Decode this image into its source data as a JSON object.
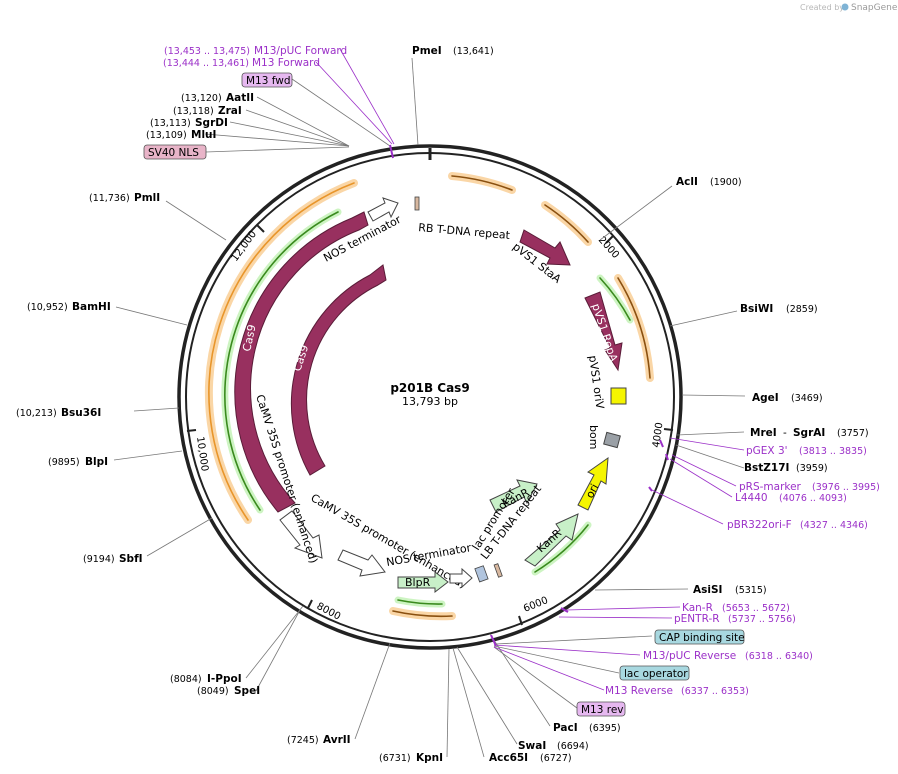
{
  "plasmid": {
    "name": "p201B Cas9",
    "size_label": "13,793 bp"
  },
  "credit": {
    "prefix": "Created by",
    "brand": "SnapGene"
  },
  "ticks": [
    {
      "label": "2000"
    },
    {
      "label": "4000"
    },
    {
      "label": "6000"
    },
    {
      "label": "8000"
    },
    {
      "label": "10,000"
    },
    {
      "label": "12,000"
    }
  ],
  "enzymes": [
    {
      "name": "PmeI",
      "pos": "(13,641)"
    },
    {
      "name": "AclI",
      "pos": "(1900)"
    },
    {
      "name": "BsiWI",
      "pos": "(2859)"
    },
    {
      "name": "AgeI",
      "pos": "(3469)"
    },
    {
      "name": "MreI",
      "name2": "SgrAI",
      "pos": "(3757)"
    },
    {
      "name": "BstZ17I",
      "pos": "(3959)"
    },
    {
      "name": "AsiSI",
      "pos": "(5315)"
    },
    {
      "name": "PacI",
      "pos": "(6395)"
    },
    {
      "name": "SwaI",
      "pos": "(6694)"
    },
    {
      "name": "Acc65I",
      "pos": "(6727)"
    },
    {
      "name": "KpnI",
      "pos": "(6731)"
    },
    {
      "name": "AvrII",
      "pos": "(7245)"
    },
    {
      "name": "SpeI",
      "pos": "(8049)"
    },
    {
      "name": "I-PpoI",
      "pos": "(8084)"
    },
    {
      "name": "SbfI",
      "pos": "(9194)"
    },
    {
      "name": "BlpI",
      "pos": "(9895)"
    },
    {
      "name": "Bsu36I",
      "pos": "(10,213)"
    },
    {
      "name": "BamHI",
      "pos": "(10,952)"
    },
    {
      "name": "PmlI",
      "pos": "(11,736)"
    },
    {
      "name": "MluI",
      "pos": "(13,109)"
    },
    {
      "name": "SgrDI",
      "pos": "(13,113)"
    },
    {
      "name": "ZraI",
      "pos": "(13,118)"
    },
    {
      "name": "AatII",
      "pos": "(13,120)"
    }
  ],
  "primers": [
    {
      "name": "M13/pUC Forward",
      "pos": "(13,453 .. 13,475)"
    },
    {
      "name": "M13 Forward",
      "pos": "(13,444 .. 13,461)"
    },
    {
      "name": "pGEX 3'",
      "pos": "(3813 .. 3835)"
    },
    {
      "name": "pRS-marker",
      "pos": "(3976 .. 3995)"
    },
    {
      "name": "L4440",
      "pos": "(4076 .. 4093)"
    },
    {
      "name": "pBR322ori-F",
      "pos": "(4327 .. 4346)"
    },
    {
      "name": "Kan-R",
      "pos": "(5653 .. 5672)"
    },
    {
      "name": "pENTR-R",
      "pos": "(5737 .. 5756)"
    },
    {
      "name": "M13/pUC Reverse",
      "pos": "(6318 .. 6340)"
    },
    {
      "name": "M13 Reverse",
      "pos": "(6337 .. 6353)"
    }
  ],
  "boxes": [
    {
      "name": "M13 fwd",
      "color": "#e6b8f0"
    },
    {
      "name": "SV40 NLS",
      "color": "#e8b4c8"
    },
    {
      "name": "CAP binding site",
      "color": "#a8d8e0"
    },
    {
      "name": "lac operator",
      "color": "#a8d8e0"
    },
    {
      "name": "M13 rev",
      "color": "#e6b8f0"
    }
  ],
  "features": {
    "nos_terminator_top": "NOS terminator",
    "rb_repeat": "RB T-DNA repeat",
    "pvs1_staa": "pVS1 StaA",
    "pvs1_repa": "pVS1 RepA",
    "pvs1_oriv": "pVS1 oriV",
    "bom": "bom",
    "ori": "ori",
    "kanr_inner": "KanR",
    "kanr_outer": "KanR",
    "lac_promoter": "lac promoter",
    "lb_repeat": "LB T-DNA repeat",
    "nos_terminator_bottom": "NOS terminator",
    "blpr": "BlpR",
    "camv_enh_bottom": "CaMV 35S promoter (enhanced)",
    "camv_enh_left": "CaMV 35S promoter (enhanced)",
    "cas9_outer": "Cas9",
    "cas9_inner": "Cas9"
  },
  "colors": {
    "backbone": "#222222",
    "cas9": "#98305f",
    "orf": "#f6b45c",
    "orf_inner": "#3a8a1e",
    "kanr": "#c8f0c8",
    "ori": "#f5f500",
    "bom": "#9aa0a6",
    "primer": "#9b30c8",
    "site_line": "#777777"
  }
}
